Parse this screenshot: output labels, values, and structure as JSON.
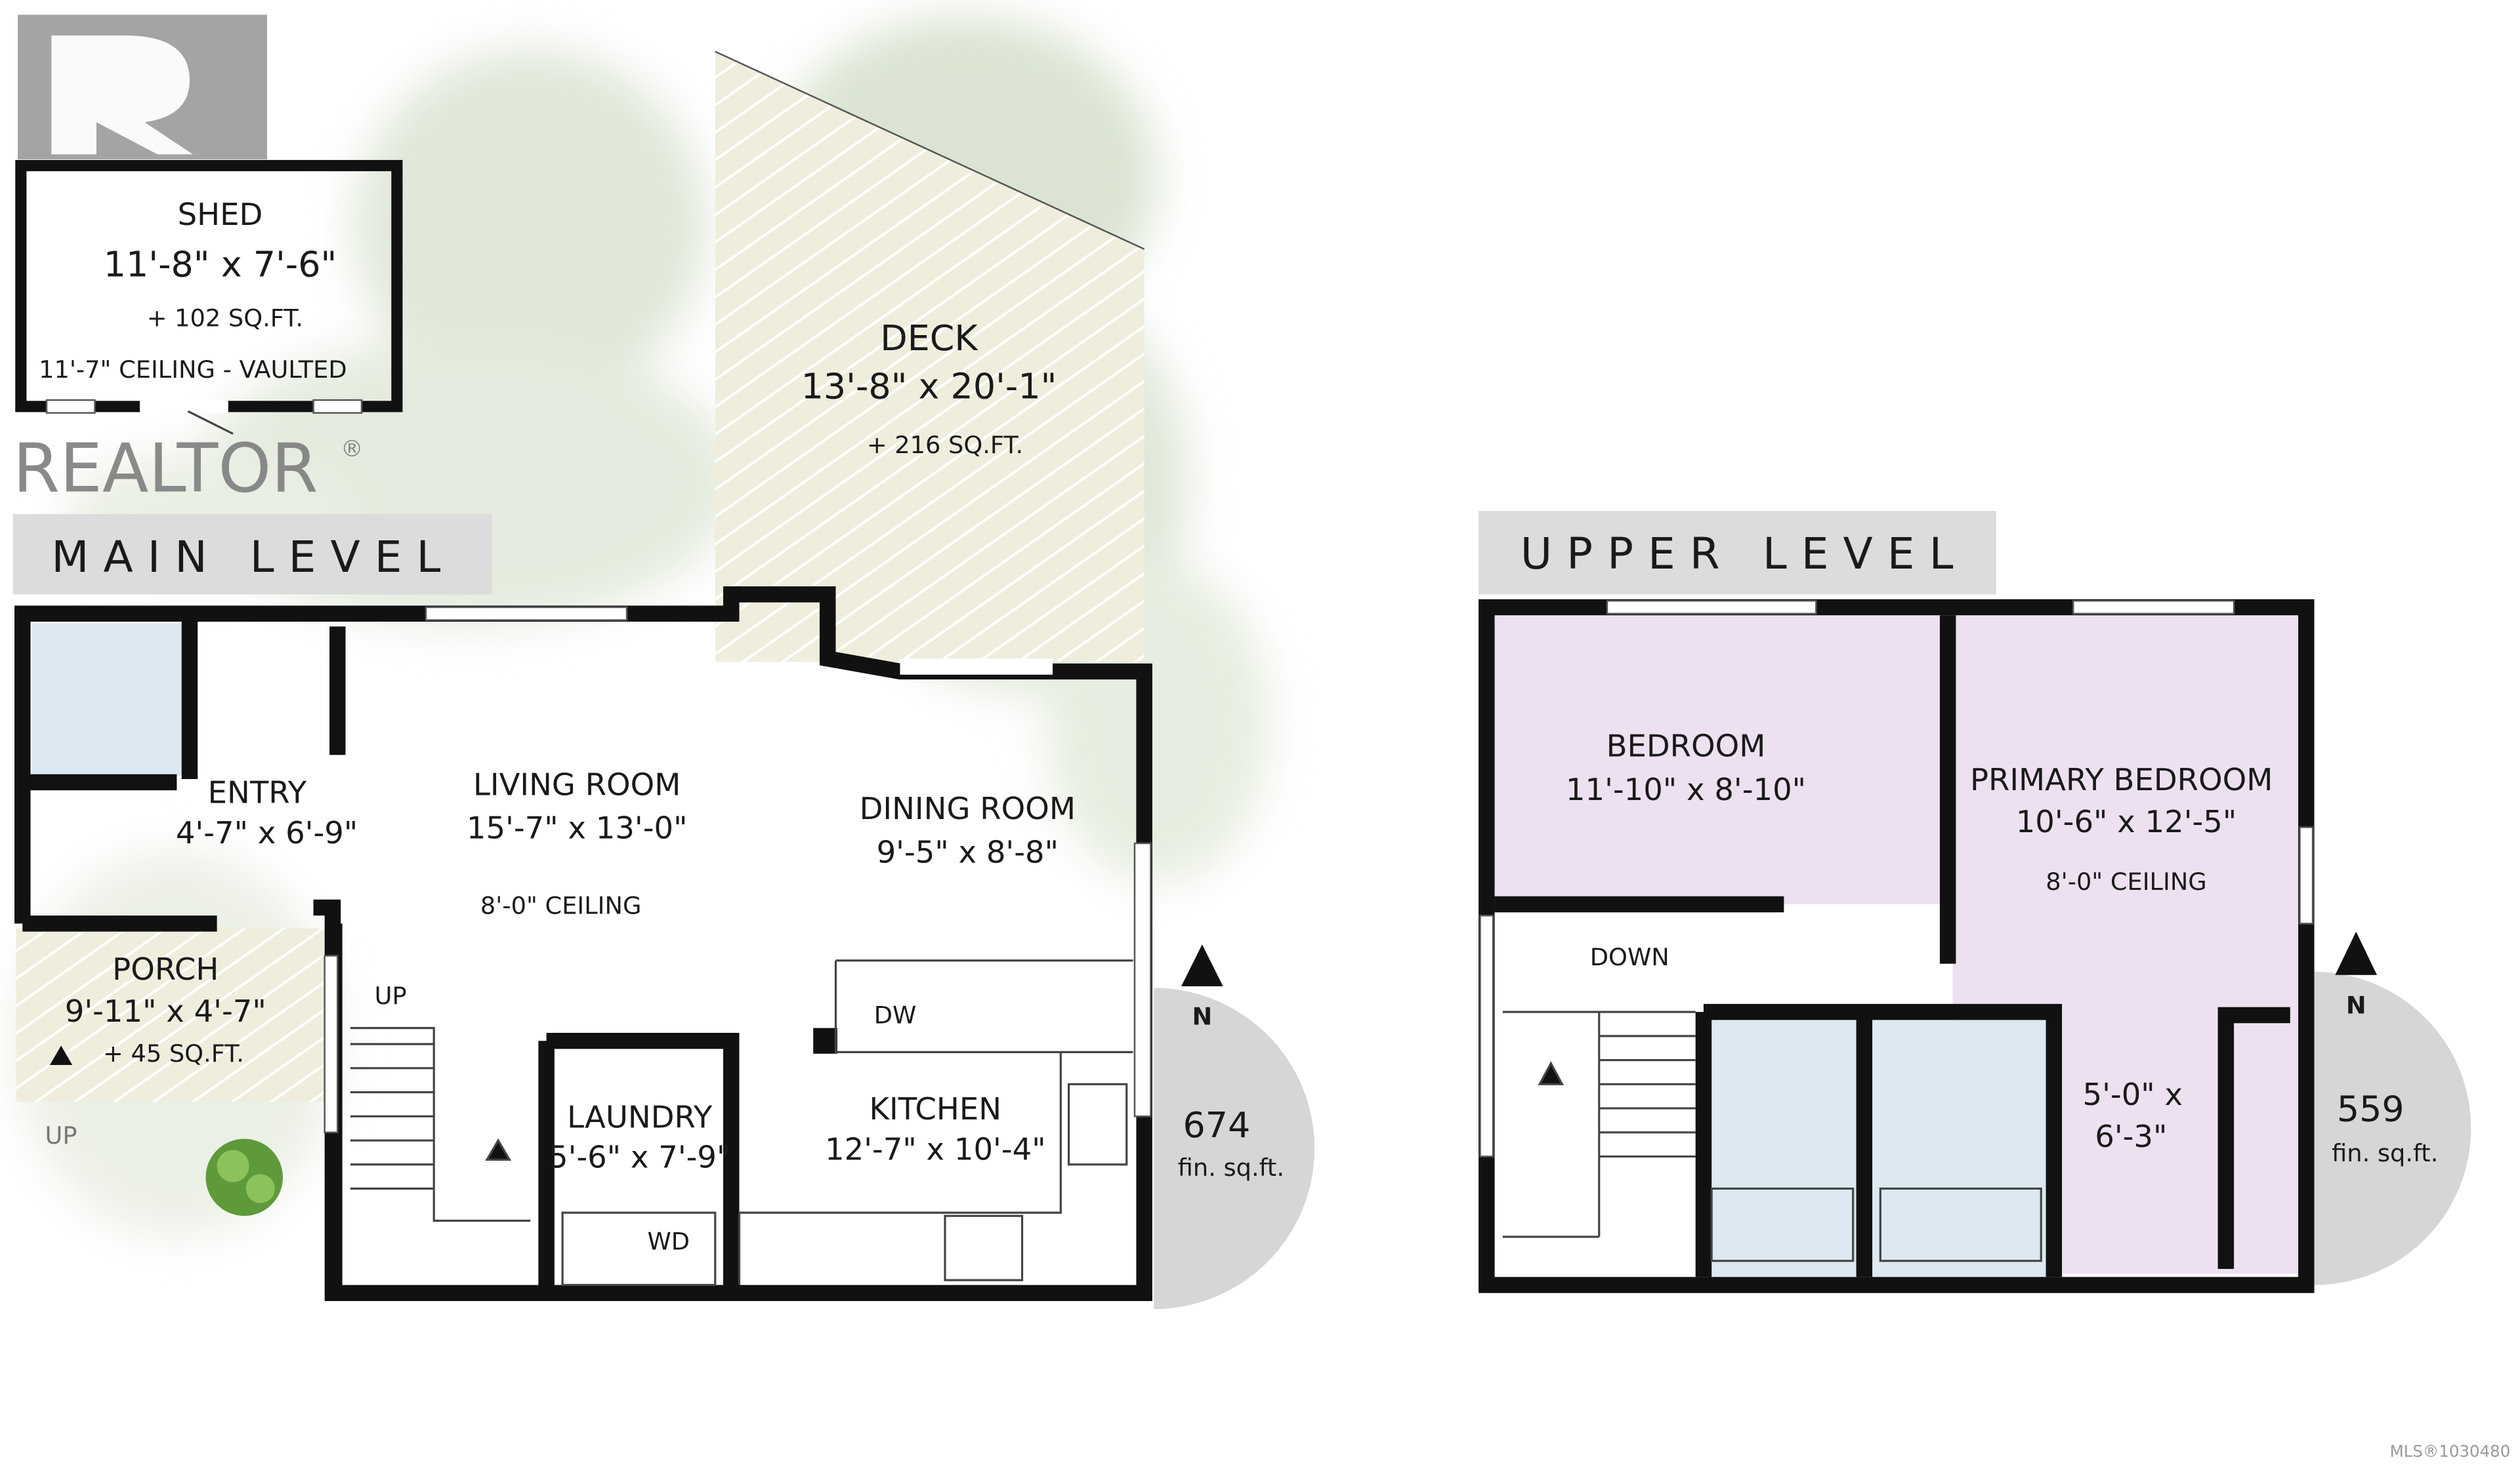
{
  "watermark": {
    "brand": "REALTOR",
    "mls": "MLS®1030480"
  },
  "colors": {
    "bedroom": "#ede1f1",
    "bath": "#dce9f2",
    "deck": "#efeedd",
    "tree": "#cfdcc3",
    "label_bg": "#dcdcdc",
    "north_bg": "#d6d6d6"
  },
  "shed": {
    "name": "SHED",
    "dims": "11'-8\" x 7'-6\"",
    "area": "+ 102 SQ.FT.",
    "ceiling": "11'-7\" CEILING - VAULTED"
  },
  "deck": {
    "name": "DECK",
    "dims": "13'-8\" x 20'-1\"",
    "area": "+ 216 SQ.FT."
  },
  "main_level": {
    "title": "MAIN LEVEL",
    "rooms": {
      "entry": {
        "name": "ENTRY",
        "dims": "4'-7\" x 6'-9\""
      },
      "living": {
        "name": "LIVING ROOM",
        "dims": "15'-7\" x 13'-0\"",
        "ceiling": "8'-0\" CEILING"
      },
      "dining": {
        "name": "DINING ROOM",
        "dims": "9'-5\" x 8'-8\""
      },
      "porch": {
        "name": "PORCH",
        "dims": "9'-11\" x 4'-7\"",
        "area": "+ 45 SQ.FT."
      },
      "laundry": {
        "name": "LAUNDRY",
        "dims": "5'-6\" x 7'-9\""
      },
      "kitchen": {
        "name": "KITCHEN",
        "dims": "12'-7\" x 10'-4\""
      }
    },
    "stairs_up": "UP",
    "porch_up": "UP",
    "dw": "DW",
    "wd": "WD",
    "north": "N",
    "sqft": "674",
    "sqft_label": "fin. sq.ft."
  },
  "upper_level": {
    "title": "UPPER LEVEL",
    "rooms": {
      "bedroom": {
        "name": "BEDROOM",
        "dims": "11'-10\" x 8'-10\""
      },
      "primary": {
        "name": "PRIMARY BEDROOM",
        "dims": "10'-6\" x 12'-5\"",
        "ceiling": "8'-0\" CEILING"
      },
      "closet": {
        "dims_line1": "5'-0\" x",
        "dims_line2": "6'-3\""
      }
    },
    "stairs_down": "DOWN",
    "north": "N",
    "sqft": "559",
    "sqft_label": "fin. sq.ft."
  }
}
